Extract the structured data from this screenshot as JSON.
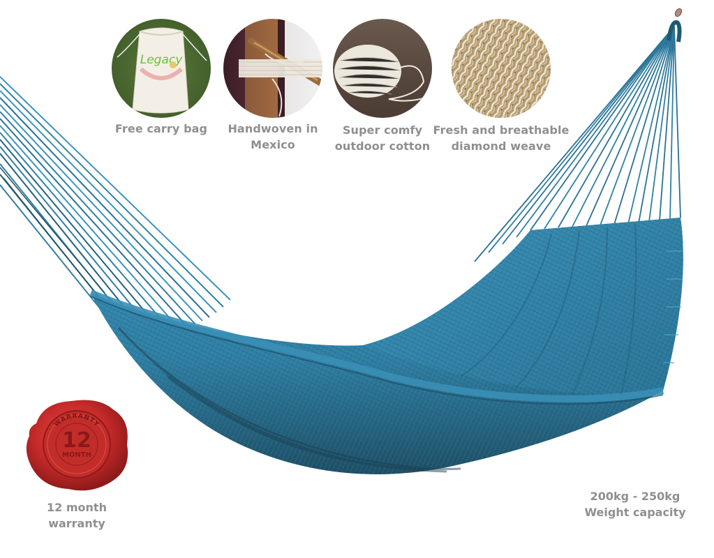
{
  "product": {
    "name": "Mexican hammock",
    "color": "#2f7fa3",
    "color_dark": "#1f4f66",
    "color_light": "#3d96bf"
  },
  "features": [
    {
      "id": "carry-bag",
      "label": "Free carry bag",
      "thumb_desc": "cotton drawstring bag with Legacy logo on grass",
      "bag_logo": "Legacy"
    },
    {
      "id": "handwoven",
      "label": "Handwoven in Mexico",
      "line1": "Handwoven in",
      "line2": "Mexico",
      "thumb_desc": "wooden loom with cotton threads"
    },
    {
      "id": "cotton",
      "label": "Super comfy outdoor cotton",
      "line1": "Super comfy",
      "line2": "outdoor cotton",
      "thumb_desc": "spool of white cotton cord"
    },
    {
      "id": "weave",
      "label": "Fresh and breathable diamond weave",
      "line1": "Fresh and breathable",
      "line2": "diamond weave",
      "thumb_desc": "close-up of diamond weave"
    }
  ],
  "warranty": {
    "seal_top_text": "WARRANTY",
    "seal_number": "12",
    "seal_unit": "MONTH",
    "line1": "12 month",
    "line2": "warranty",
    "seal_color": "#c62a2a"
  },
  "capacity": {
    "line1": "200kg - 250kg",
    "line2": "Weight capacity"
  },
  "text_color": "#8f8f8f"
}
